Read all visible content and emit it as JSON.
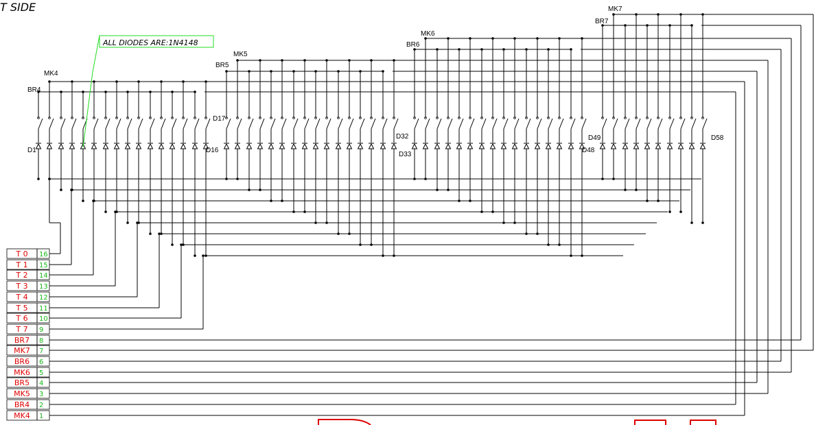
{
  "title": "T SIDE",
  "note": "ALL DIODES ARE:1N4148",
  "colors": {
    "wire": "#000000",
    "pin_name": "#e00000",
    "pin_num": "#18b818",
    "note_box": "#22dd22",
    "red_mark": "#dd0000"
  },
  "groups": [
    {
      "mk": "MK4",
      "br": "BR4",
      "d_first": "D1",
      "d_last": "D16"
    },
    {
      "mk": "MK5",
      "br": "BR5",
      "d_first": "D17",
      "d_last": "D32"
    },
    {
      "mk": "MK6",
      "br": "BR6",
      "d_first": "D33",
      "d_last": "D48"
    },
    {
      "mk": "MK7",
      "br": "BR7",
      "d_first": "D49",
      "d_last": "D58"
    }
  ],
  "connector": [
    {
      "name": "T 0",
      "num": "16"
    },
    {
      "name": "T 1",
      "num": "15"
    },
    {
      "name": "T 2",
      "num": "14"
    },
    {
      "name": "T 3",
      "num": "13"
    },
    {
      "name": "T 4",
      "num": "12"
    },
    {
      "name": "T 5",
      "num": "11"
    },
    {
      "name": "T 6",
      "num": "10"
    },
    {
      "name": "T 7",
      "num": "9"
    },
    {
      "name": "BR7",
      "num": "8"
    },
    {
      "name": "MK7",
      "num": "7"
    },
    {
      "name": "BR6",
      "num": "6"
    },
    {
      "name": "MK6",
      "num": "5"
    },
    {
      "name": "BR5",
      "num": "4"
    },
    {
      "name": "MK5",
      "num": "3"
    },
    {
      "name": "BR4",
      "num": "2"
    },
    {
      "name": "MK4",
      "num": "1"
    }
  ]
}
